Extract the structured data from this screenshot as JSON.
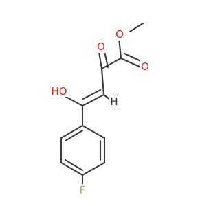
{
  "molecule": {
    "atoms": {
      "ester_o": {
        "symbol": "O",
        "color": "#e8221c"
      },
      "ketone_o": {
        "symbol": "O",
        "color": "#e8221c"
      },
      "carbonyl_o": {
        "symbol": "O",
        "color": "#e8221c"
      },
      "enol_oh": {
        "symbol": "HO",
        "color": "#e8221c"
      },
      "vinyl_h": {
        "symbol": "H",
        "color": "#3a3a3a"
      },
      "fluorine": {
        "symbol": "F",
        "color": "#8fbf3f"
      }
    }
  }
}
